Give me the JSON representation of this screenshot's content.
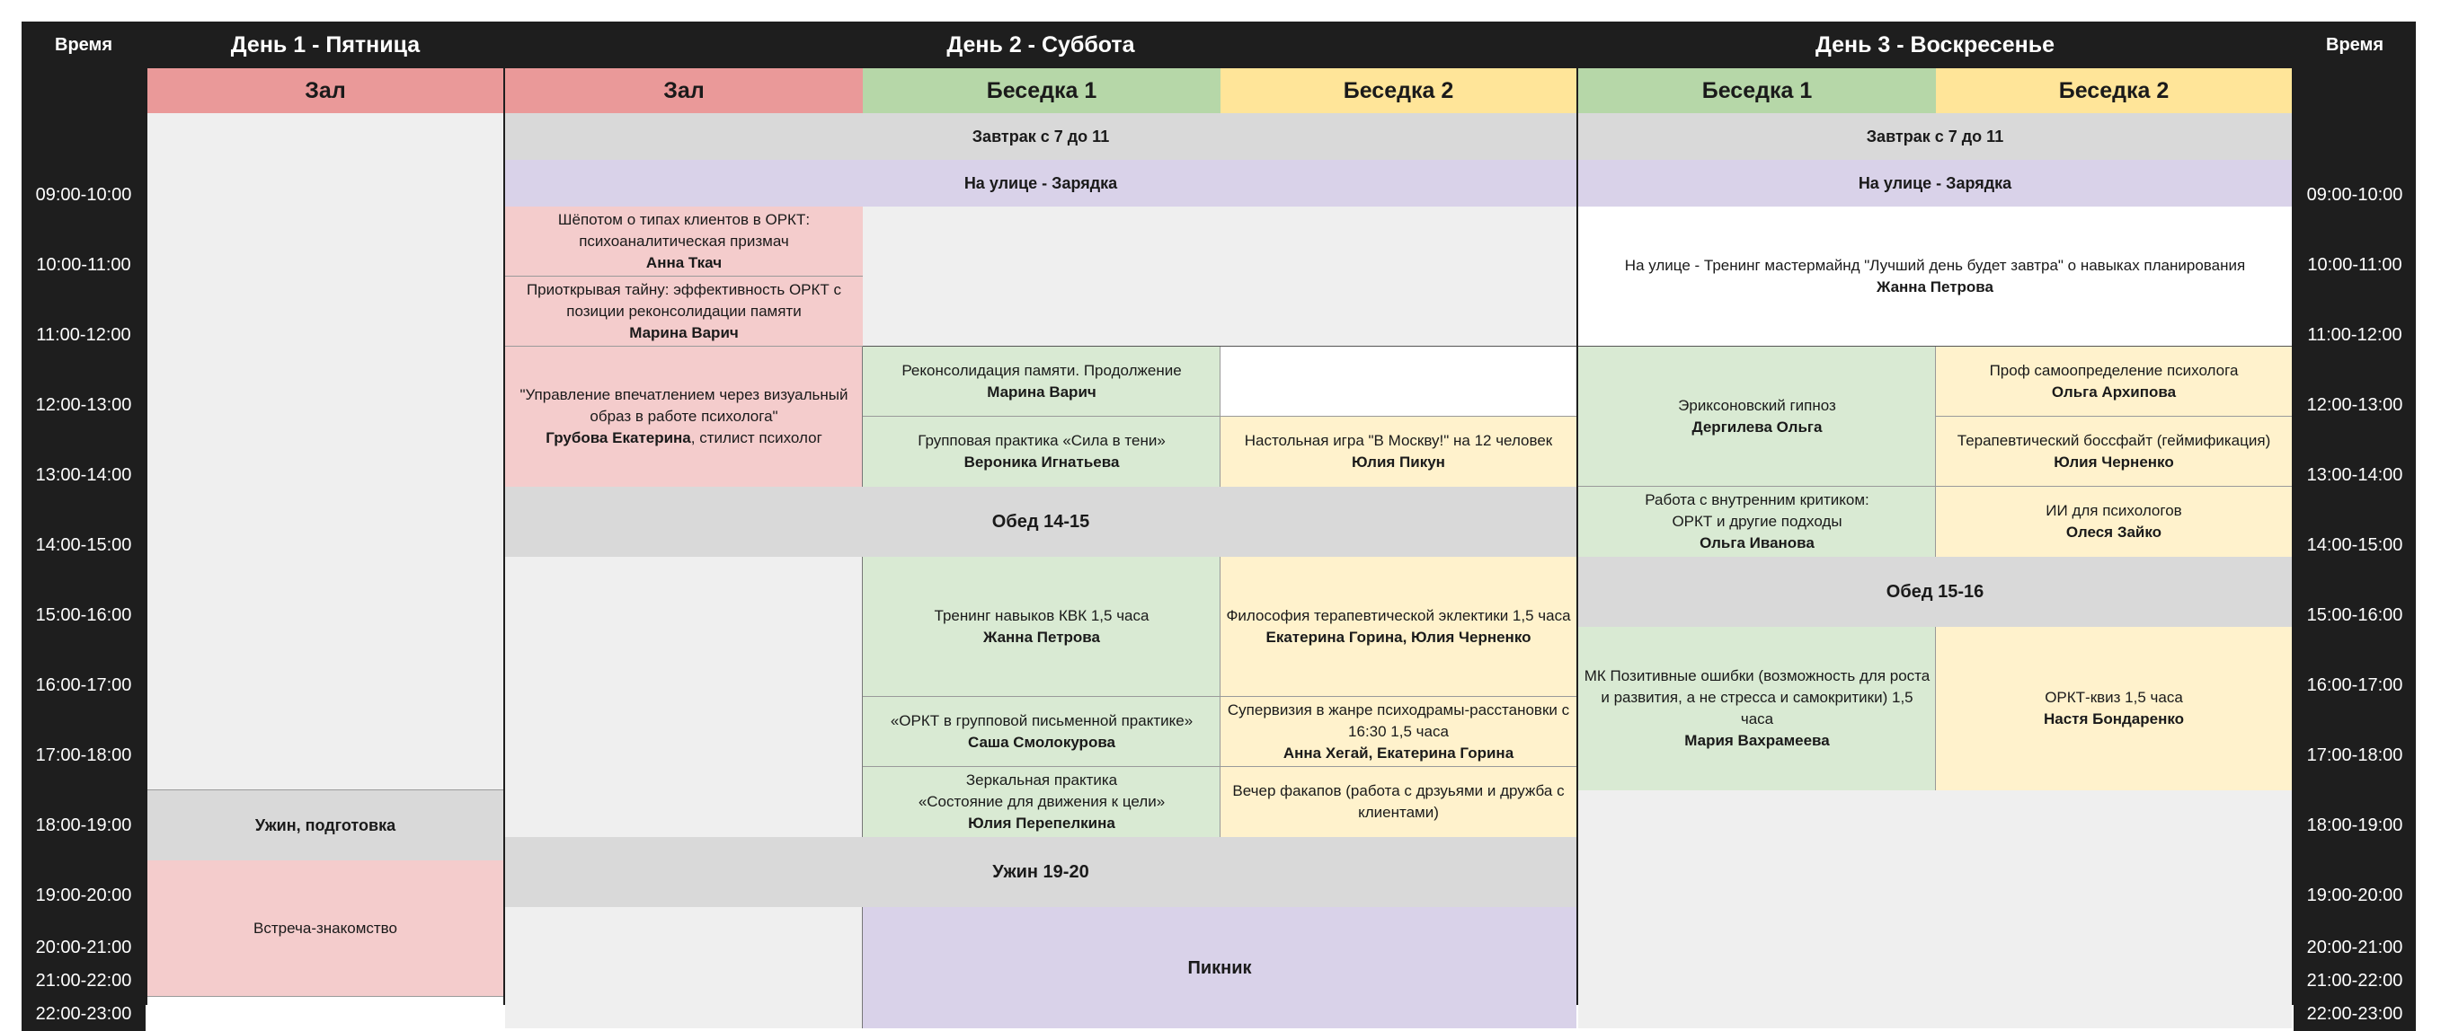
{
  "header": {
    "time_left": "Время",
    "time_right": "Время",
    "day1": "День 1 - Пятница",
    "day2": "День 2 - Суббота",
    "day3": "День 3 - Воскресенье"
  },
  "rooms": {
    "d1_zal": "Зал",
    "d2_zal": "Зал",
    "d2_b1": "Беседка 1",
    "d2_b2": "Беседка 2",
    "d3_b1": "Беседка 1",
    "d3_b2": "Беседка 2"
  },
  "times": [
    "09:00-10:00",
    "10:00-11:00",
    "11:00-12:00",
    "12:00-13:00",
    "13:00-14:00",
    "14:00-15:00",
    "15:00-16:00",
    "16:00-17:00",
    "17:00-18:00",
    "18:00-19:00",
    "19:00-20:00",
    "20:00-21:00",
    "21:00-22:00",
    "22:00-23:00"
  ],
  "colors": {
    "frame": "#1e1e1e",
    "zal_header": "#ea9999",
    "zal_cell": "#f4cccc",
    "b1_header": "#b6d7a8",
    "b1_cell": "#d9ead3",
    "b2_header": "#ffe599",
    "b2_cell": "#fff2cc",
    "gray_meal": "#d9d9d9",
    "gray_empty": "#efefef",
    "purple": "#d9d2e9",
    "white": "#ffffff"
  },
  "day1": {
    "dinner": "Ужин, подготовка",
    "meeting": "Встреча-знакомство"
  },
  "day2": {
    "breakfast": "Завтрак с 7 до 11",
    "exercise": "На улице - Зарядка",
    "zal_s1": {
      "title": "Шёпотом о типах клиентов в ОРКТ: психоаналитическая призмач",
      "speaker": "Анна Ткач"
    },
    "zal_s2": {
      "title": "Приоткрывая тайну: эффективность ОРКТ с позиции реконсолидации памяти",
      "speaker": "Марина Варич"
    },
    "zal_s3": {
      "title": "\"Управление впечатлением через визуальный образ в работе психолога\"",
      "speaker": "Грубова Екатерина",
      "note": ", стилист психолог"
    },
    "b1_s1": {
      "title": "Реконсолидация памяти. Продолжение",
      "speaker": "Марина Варич"
    },
    "b1_s2": {
      "title": "Групповая практика «Сила в тени»",
      "speaker": "Вероника Игнатьева"
    },
    "b2_s1": {
      "title": "Настольная игра \"В Москву!\" на 12 человек",
      "speaker": "Юлия Пикун"
    },
    "lunch": "Обед 14-15",
    "b1_s3": {
      "title": "Тренинг навыков КВК 1,5 часа",
      "speaker": "Жанна Петрова"
    },
    "b2_s2": {
      "title": "Философия терапевтической эклектики 1,5 часа",
      "speaker": "Екатерина Горина, Юлия Черненко"
    },
    "b1_s4": {
      "title": "«ОРКТ в групповой письменной практике»",
      "speaker": "Саша Смолокурова"
    },
    "b2_s3": {
      "title": "Супервизия в жанре психодрамы-расстановки с 16:30 1,5 часа",
      "speaker": "Анна Хегай, Екатерина Горина"
    },
    "b1_s5": {
      "line1": "Зеркальная практика",
      "line2": "«Состояние для движения к цели»",
      "speaker": "Юлия Перепелкина"
    },
    "b2_s4": {
      "title": "Вечер факапов (работа с дрзуьями и дружба с клиентами)"
    },
    "dinner": "Ужин 19-20",
    "picnic": "Пикник"
  },
  "day3": {
    "breakfast": "Завтрак с 7 до 11",
    "exercise": "На улице - Зарядка",
    "mastermind": {
      "title": "На улице - Тренинг мастермайнд \"Лучший день будет завтра\" о навыках планирования",
      "speaker": "Жанна Петрова"
    },
    "b1_s1": {
      "title": "Эриксоновский гипноз",
      "speaker": "Дергилева Ольга"
    },
    "b2_s1": {
      "title": "Проф самоопределение психолога",
      "speaker": "Ольга Архипова"
    },
    "b2_s2": {
      "title": "Терапевтический боссфайт (геймификация)",
      "speaker": "Юлия Черненко"
    },
    "b1_s2": {
      "line1": "Работа с внутренним критиком:",
      "line2": "ОРКТ и другие подходы",
      "speaker": "Ольга Иванова"
    },
    "b2_s3": {
      "title": "ИИ для психологов",
      "speaker": "Олеся Зайко"
    },
    "lunch": "Обед 15-16",
    "b1_s3": {
      "title": "МК Позитивные ошибки (возможность для роста и развития, а не стресса и самокритики) 1,5 часа",
      "speaker": "Мария Вахрамеева"
    },
    "b2_s4": {
      "title": "ОРКТ-квиз 1,5 часа",
      "speaker": "Настя Бондаренко"
    }
  }
}
